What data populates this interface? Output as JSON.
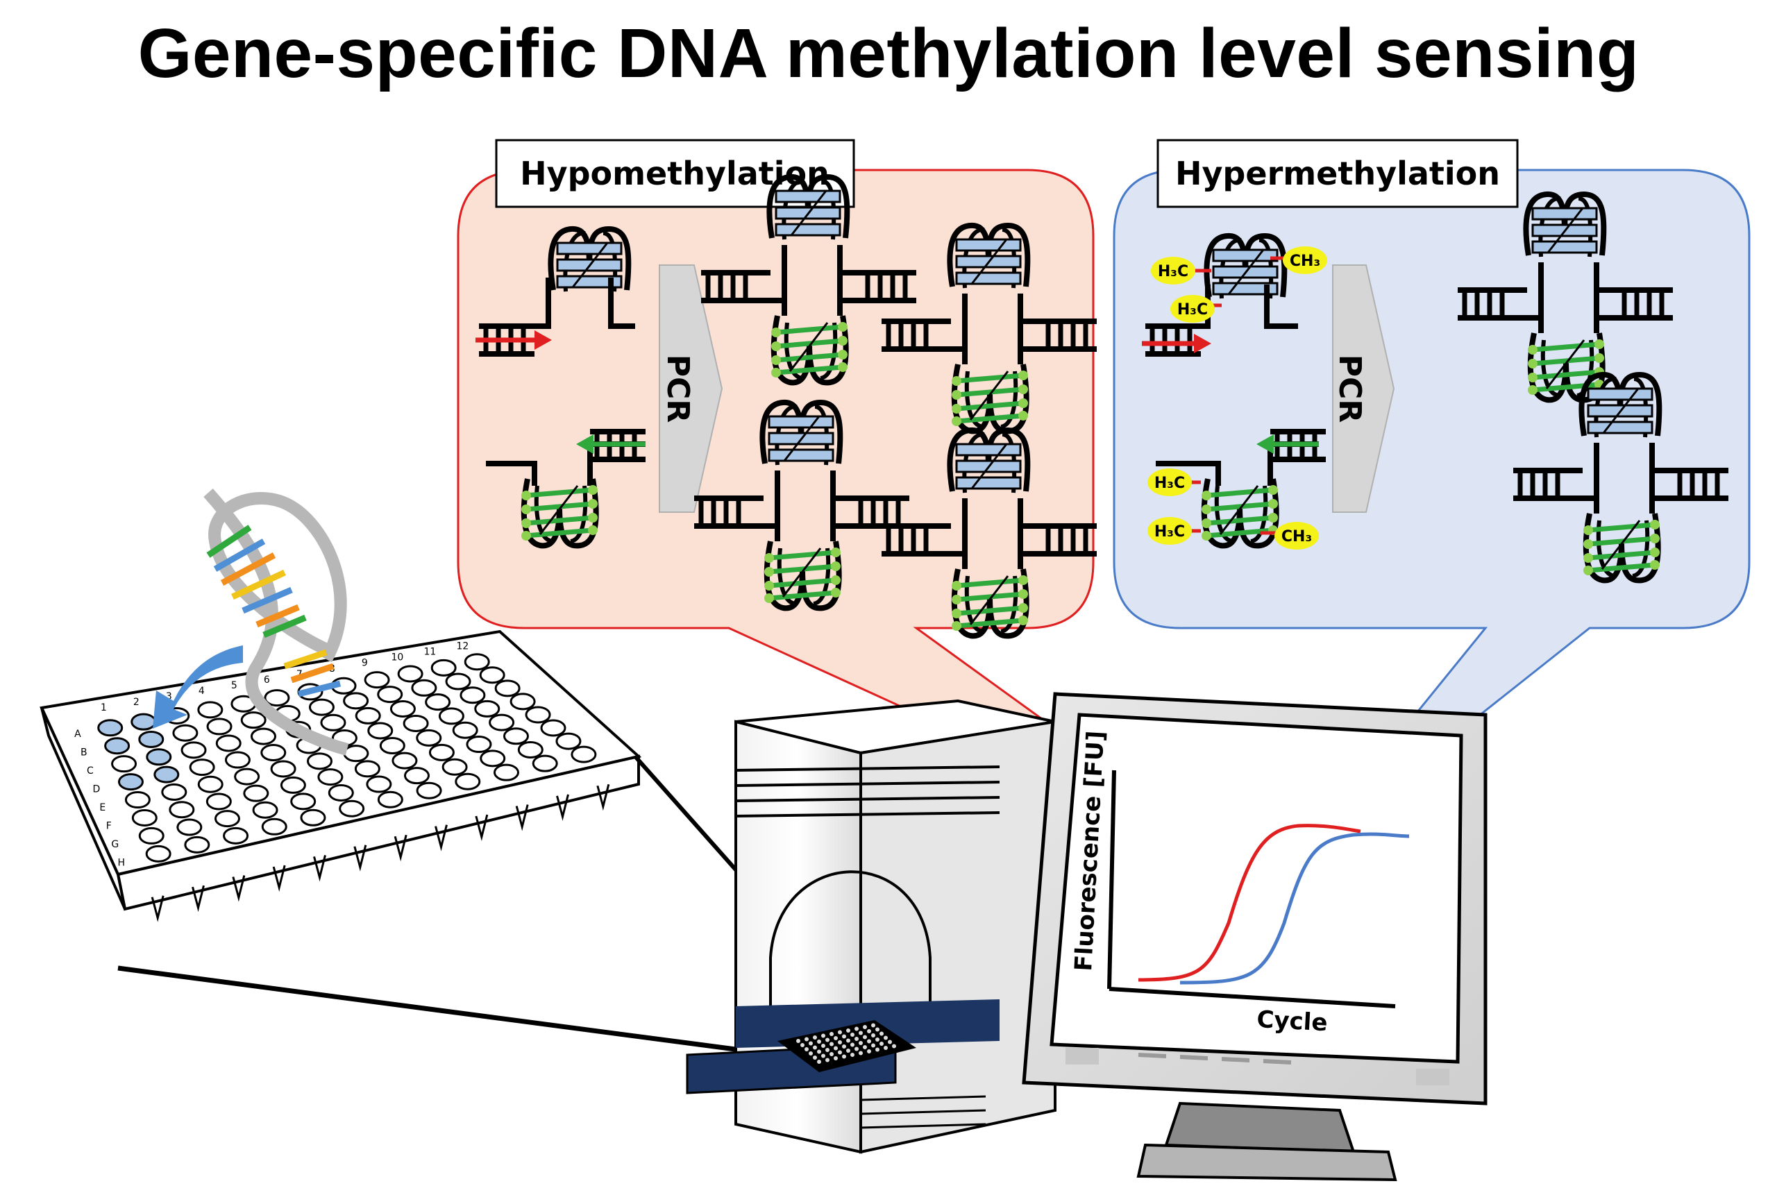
{
  "title": "Gene-specific DNA methylation level sensing",
  "hypo_panel": {
    "label": "Hypomethylation",
    "step": "PCR",
    "color": "#e02020",
    "fill": "#fbe0d4"
  },
  "hyper_panel": {
    "label": "Hypermethylation",
    "step": "PCR",
    "color": "#4a7bc8",
    "fill": "#dde4f4"
  },
  "methyl_tags": {
    "h3c": "H3C",
    "ch3": "CH3",
    "tag_color": "#f5f21a"
  },
  "plate": {
    "columns": [
      "1",
      "2",
      "3",
      "4",
      "5",
      "6",
      "7",
      "8",
      "9",
      "10",
      "11",
      "12"
    ],
    "rows": [
      "A",
      "B",
      "C",
      "D",
      "E",
      "F",
      "G",
      "H"
    ]
  },
  "graph": {
    "ylabel": "Fluorescence [FU]",
    "xlabel": "Cycle"
  },
  "colors": {
    "quad_fill": "#a9c6e6",
    "green": "#2fa83c",
    "green_dot": "#8ed14e",
    "arrow_blue": "#4f8fd6",
    "instrument_blue": "#1c3563"
  }
}
